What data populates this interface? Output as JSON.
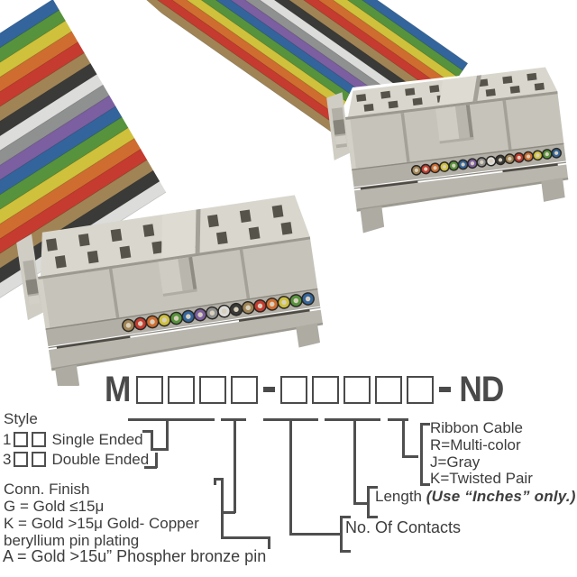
{
  "part_number": {
    "prefix": "M",
    "separator1": "-",
    "separator2": "-",
    "suffix": "ND",
    "group1_boxes": 4,
    "group2_boxes": 5
  },
  "annotations": {
    "style": {
      "title": "Style",
      "options": [
        {
          "digit": "1",
          "label": "Single Ended"
        },
        {
          "digit": "3",
          "label": "Double Ended"
        }
      ]
    },
    "conn_finish": {
      "title": "Conn. Finish",
      "line_g": "G = Gold ≤15μ",
      "line_k": "K = Gold >15μ Gold- Copper",
      "line_k2": "beryllium pin plating",
      "line_a": "A = Gold >15u” Phospher bronze pin"
    },
    "ribbon_cable": {
      "title": "Ribbon Cable",
      "opt_r": "R=Multi-color",
      "opt_j": "J=Gray",
      "opt_k": "K=Twisted Pair"
    },
    "length": {
      "label": "Length ",
      "note": "(Use “Inches” only.)"
    },
    "contacts": {
      "label": "No. Of Contacts"
    }
  },
  "photo": {
    "connector_contacts": 16,
    "connector_holes_per_row": 8,
    "left_band_colors": [
      "#33659c",
      "#56933c",
      "#cfc13b",
      "#cf6d30",
      "#c63b2f",
      "#a08455",
      "#3a3a38",
      "#dcdcda",
      "#8f9090",
      "#7b5fa0",
      "#33659c",
      "#56933c",
      "#cfc13b",
      "#cf6d30",
      "#c63b2f",
      "#a08455",
      "#3a3a38",
      "#dcdcda"
    ],
    "right_band_colors": [
      "#a08455",
      "#c63b2f",
      "#cf6d30",
      "#cfc13b",
      "#56933c",
      "#33659c",
      "#7b5fa0",
      "#8f9090",
      "#dcdcda",
      "#3a3a38",
      "#a08455",
      "#c63b2f",
      "#cf6d30",
      "#cfc13b",
      "#56933c",
      "#33659c"
    ],
    "wire_dot_colors": [
      "#a08455",
      "#c63b2f",
      "#cf6d30",
      "#cfc13b",
      "#56933c",
      "#33659c",
      "#7b5fa0",
      "#8f9090",
      "#dcdcda",
      "#3a3a38",
      "#a08455",
      "#c63b2f",
      "#cf6d30",
      "#cfc13b",
      "#56933c",
      "#33659c"
    ],
    "colors": {
      "top": "#d9d6cd",
      "front": "#c6c3ba",
      "frontHi": "#d3d0c7",
      "shadow": "#9c9990",
      "seam": "#a4a199",
      "key": "#dedbd2",
      "hole": "#56534b",
      "notch": "#cfccc3",
      "notchIn": "#b9b6ad",
      "notchWall": "#8f8c84",
      "notchBot": "#b0ada5",
      "band": "#b2afa7",
      "bandLine": "#8d8a82",
      "slot": "#4e4b44",
      "flange": "#b9b6ae",
      "foot": "#aeaba3",
      "latch": "#d0cdc4",
      "latchSlot": "#87847c",
      "dotRing": "#2a2824",
      "dotCore": "#d8cfbc"
    }
  }
}
